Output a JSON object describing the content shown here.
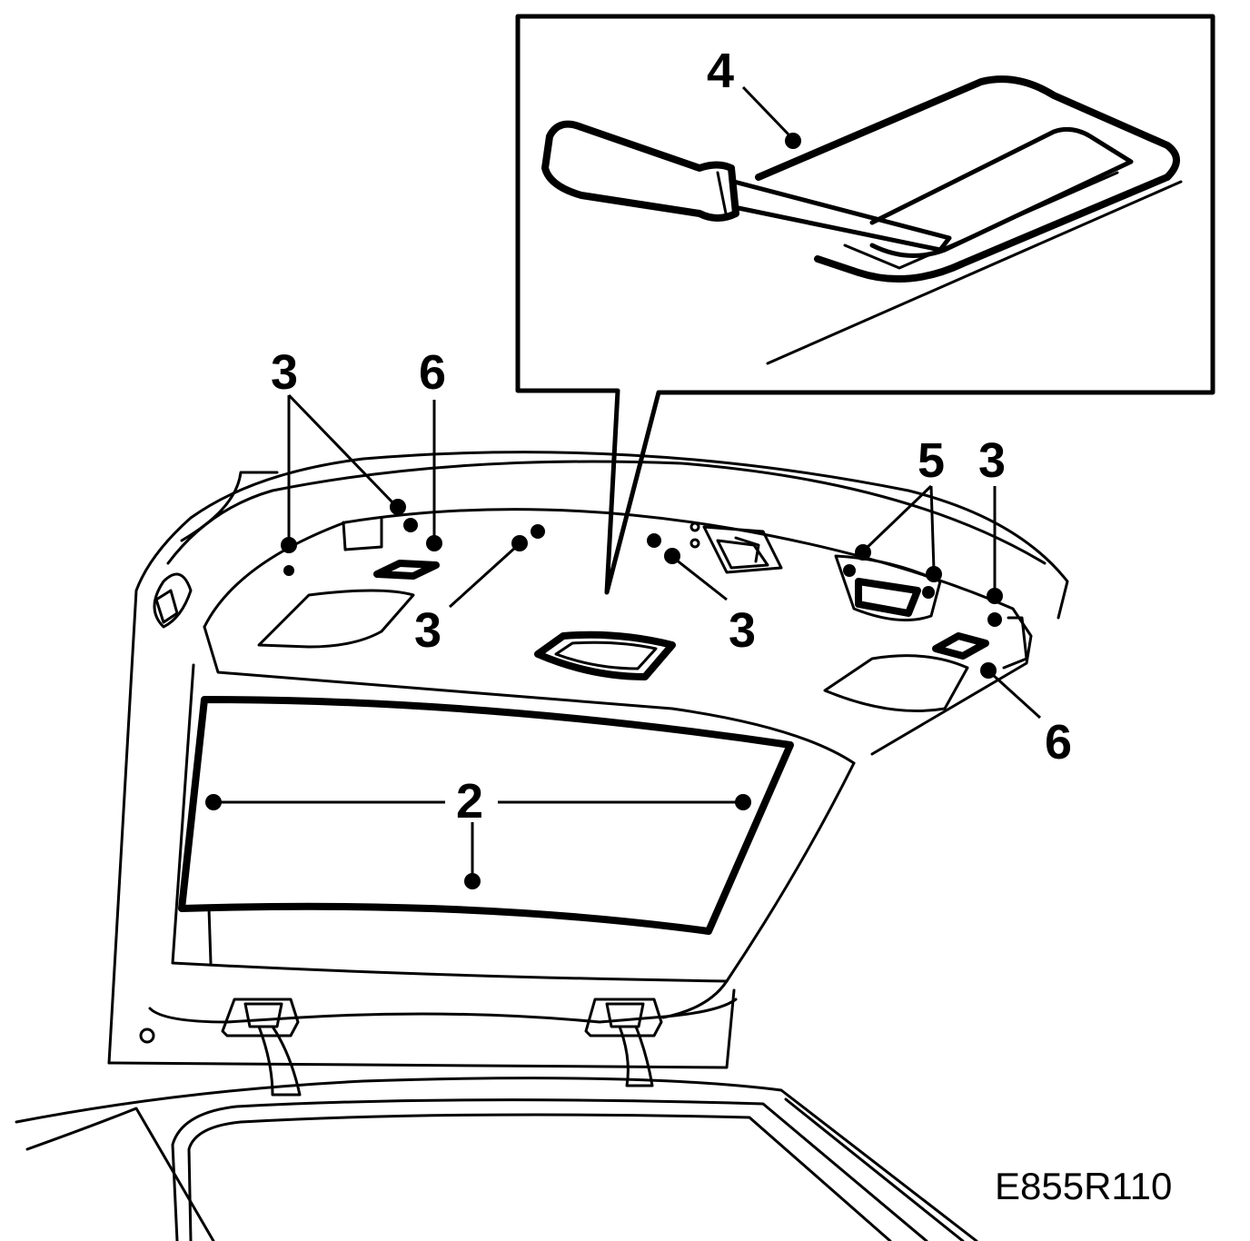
{
  "callouts": {
    "c2": "2",
    "c3a": "3",
    "c3b": "3",
    "c3c": "3",
    "c3d": "3",
    "c4": "4",
    "c5": "5",
    "c6a": "6",
    "c6b": "6"
  },
  "figure_code": "E855R110"
}
